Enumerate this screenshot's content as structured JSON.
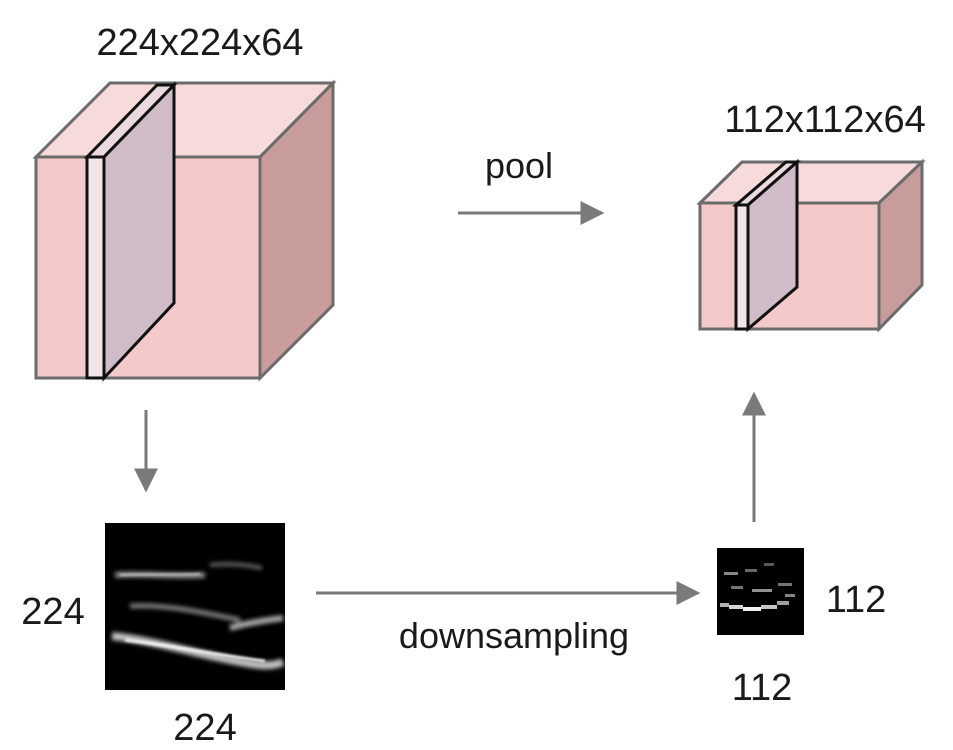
{
  "input_volume": {
    "dims_label": "224x224x64"
  },
  "output_volume": {
    "dims_label": "112x112x64"
  },
  "pool_arrow": {
    "label": "pool"
  },
  "downsample_arrow": {
    "label": "downsampling"
  },
  "input_slice": {
    "height_label": "224",
    "width_label": "224"
  },
  "output_slice": {
    "height_label": "112",
    "width_label": "112"
  },
  "colors": {
    "cube_front": "#f4c9c9",
    "cube_top": "#f7dada",
    "cube_side": "#c99c9c",
    "slice_face": "#cfbcc8",
    "edge": "#6b6b6b",
    "arrow": "#7a7a7a",
    "feature_map_bg": "#000000"
  }
}
